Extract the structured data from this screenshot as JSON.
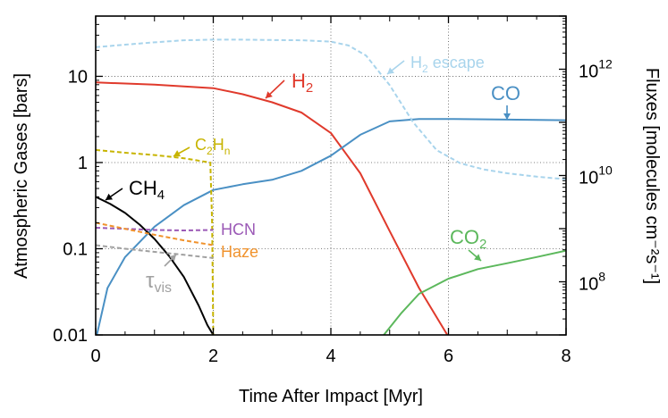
{
  "chart_data": {
    "type": "line",
    "xlabel": "Time After Impact [Myr]",
    "ylabel_left": "Atmospheric Gases [bars]",
    "ylabel_right": "Fluxes [molecules cm⁻²s⁻¹]",
    "xlim": [
      0,
      8
    ],
    "ylim_left": [
      0.01,
      50
    ],
    "ylim_right": [
      10000000.0,
      10000000000000.0
    ],
    "y_scale": "log",
    "grid": "dotted",
    "x_ticks": [
      "0",
      "2",
      "4",
      "6",
      "8"
    ],
    "y_ticks_left": [
      "0.01",
      "0.1",
      "1",
      "10"
    ],
    "y_ticks_right_base": [
      "10",
      "10",
      "10"
    ],
    "y_ticks_right_exp": [
      "8",
      "10",
      "12"
    ],
    "series": [
      {
        "name": "H2",
        "label_main": "H",
        "label_sub": "2",
        "color": "#e03a2c",
        "style": "solid",
        "axis": "left",
        "x": [
          0,
          1,
          2,
          2.5,
          3,
          3.5,
          4,
          4.5,
          5,
          5.5,
          6
        ],
        "y": [
          8.5,
          8.0,
          7.3,
          6.2,
          5.0,
          3.8,
          2.2,
          0.75,
          0.16,
          0.035,
          0.0095
        ]
      },
      {
        "name": "CO",
        "label_main": "CO",
        "label_sub": "",
        "color": "#4a90c4",
        "style": "solid",
        "axis": "left",
        "x": [
          0.02,
          0.2,
          0.5,
          1,
          1.5,
          2,
          2.5,
          3,
          3.5,
          4,
          4.5,
          5,
          5.5,
          6,
          7,
          8
        ],
        "y": [
          0.01,
          0.035,
          0.08,
          0.18,
          0.32,
          0.48,
          0.56,
          0.63,
          0.8,
          1.2,
          2.1,
          3.0,
          3.2,
          3.2,
          3.15,
          3.1
        ]
      },
      {
        "name": "CO2",
        "label_main": "CO",
        "label_sub": "2",
        "color": "#5cb85c",
        "style": "solid",
        "axis": "left",
        "x": [
          4.9,
          5.2,
          5.5,
          6,
          6.5,
          7,
          7.5,
          8
        ],
        "y": [
          0.01,
          0.018,
          0.03,
          0.045,
          0.058,
          0.068,
          0.08,
          0.095
        ]
      },
      {
        "name": "CH4",
        "label_main": "CH",
        "label_sub": "4",
        "color": "#000000",
        "style": "solid",
        "axis": "left",
        "x": [
          0,
          0.25,
          0.5,
          0.75,
          1,
          1.25,
          1.5,
          1.75,
          1.9,
          2.0
        ],
        "y": [
          0.4,
          0.33,
          0.26,
          0.19,
          0.13,
          0.082,
          0.047,
          0.022,
          0.013,
          0.01
        ]
      },
      {
        "name": "C2Hn",
        "label_main": "C",
        "label_sub": "2",
        "label_main2": "H",
        "label_sub2": "n",
        "color": "#c7b400",
        "style": "dashed",
        "axis": "left",
        "x": [
          0,
          0.5,
          1,
          1.5,
          1.95,
          1.98,
          2.0
        ],
        "y": [
          1.4,
          1.3,
          1.22,
          1.12,
          1.0,
          0.2,
          0.01
        ]
      },
      {
        "name": "HCN",
        "label_main": "HCN",
        "label_sub": "",
        "color": "#9b59b6",
        "style": "dashed",
        "axis": "left",
        "x": [
          0,
          0.5,
          1,
          1.5,
          2.0
        ],
        "y": [
          0.175,
          0.17,
          0.165,
          0.163,
          0.165
        ]
      },
      {
        "name": "Haze",
        "label_main": "Haze",
        "label_sub": "",
        "color": "#f0922c",
        "style": "dashed",
        "axis": "left",
        "x": [
          0,
          0.5,
          1,
          1.5,
          2.0
        ],
        "y": [
          0.2,
          0.17,
          0.145,
          0.125,
          0.11
        ]
      },
      {
        "name": "tau_vis",
        "label_main": "τ",
        "label_sub": "vis",
        "color": "#a0a0a0",
        "style": "dashed",
        "axis": "left",
        "x": [
          0,
          0.5,
          1,
          1.5,
          2.0
        ],
        "y": [
          0.11,
          0.1,
          0.092,
          0.085,
          0.078
        ]
      },
      {
        "name": "H2 escape",
        "label_main": "H",
        "label_sub": "2",
        "label_main2": " escape",
        "label_sub2": "",
        "color": "#a8d4ec",
        "style": "dashed",
        "axis": "right",
        "x": [
          0,
          0.5,
          1,
          1.5,
          2,
          2.5,
          3,
          3.5,
          4,
          4.3,
          4.6,
          5.0,
          5.4,
          5.8,
          6.2,
          6.6,
          7,
          7.5,
          8
        ],
        "y": [
          2600000000000.0,
          2900000000000.0,
          3200000000000.0,
          3500000000000.0,
          3600000000000.0,
          3600000000000.0,
          3550000000000.0,
          3500000000000.0,
          3300000000000.0,
          2800000000000.0,
          1800000000000.0,
          500000000000.0,
          100000000000.0,
          30000000000.0,
          17000000000.0,
          13000000000.0,
          11000000000.0,
          9500000000.0,
          8500000000.0
        ]
      }
    ]
  }
}
